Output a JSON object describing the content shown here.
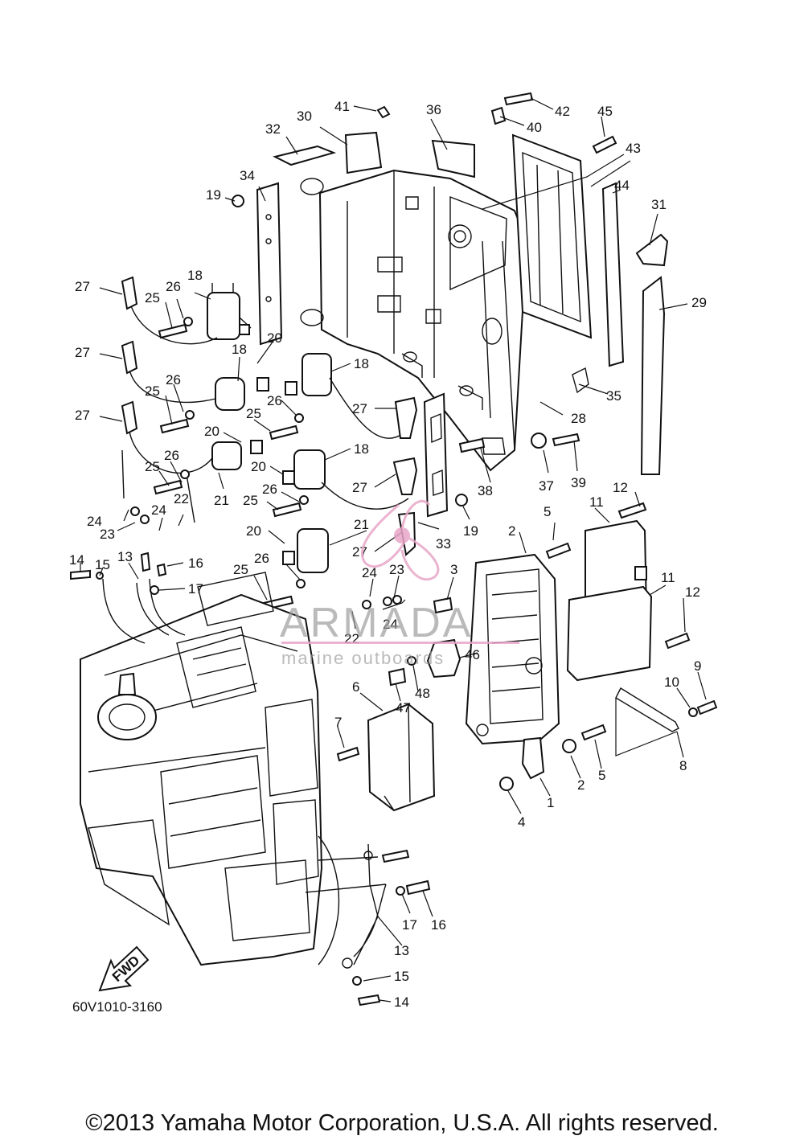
{
  "diagram_code": "60V1010-3160",
  "copyright": "©2013 Yamaha Motor Corporation, U.S.A. All rights reserved.",
  "arrow_label": "FWD",
  "watermark": {
    "brand": "ARMADA",
    "tagline": "marine outboards",
    "color": "#e8a6c8"
  },
  "callouts": [
    {
      "id": "41",
      "text": "41"
    },
    {
      "id": "30",
      "text": "30"
    },
    {
      "id": "36",
      "text": "36"
    },
    {
      "id": "40",
      "text": "40"
    },
    {
      "id": "42",
      "text": "42"
    },
    {
      "id": "45",
      "text": "45"
    },
    {
      "id": "32",
      "text": "32"
    },
    {
      "id": "43",
      "text": "43"
    },
    {
      "id": "34",
      "text": "34"
    },
    {
      "id": "19a",
      "text": "19"
    },
    {
      "id": "44",
      "text": "44"
    },
    {
      "id": "31",
      "text": "31"
    },
    {
      "id": "27a",
      "text": "27"
    },
    {
      "id": "18a",
      "text": "18"
    },
    {
      "id": "26a",
      "text": "26"
    },
    {
      "id": "25a",
      "text": "25"
    },
    {
      "id": "29",
      "text": "29"
    },
    {
      "id": "20a",
      "text": "20"
    },
    {
      "id": "18b",
      "text": "18"
    },
    {
      "id": "27b",
      "text": "27"
    },
    {
      "id": "18c",
      "text": "18"
    },
    {
      "id": "26b",
      "text": "26"
    },
    {
      "id": "25b",
      "text": "25"
    },
    {
      "id": "35",
      "text": "35"
    },
    {
      "id": "26c",
      "text": "26"
    },
    {
      "id": "27c",
      "text": "27"
    },
    {
      "id": "27d",
      "text": "27"
    },
    {
      "id": "28",
      "text": "28"
    },
    {
      "id": "25c",
      "text": "25"
    },
    {
      "id": "20b",
      "text": "20"
    },
    {
      "id": "18d",
      "text": "18"
    },
    {
      "id": "26d",
      "text": "26"
    },
    {
      "id": "20c",
      "text": "20"
    },
    {
      "id": "25d",
      "text": "25"
    },
    {
      "id": "27e",
      "text": "27"
    },
    {
      "id": "38",
      "text": "38"
    },
    {
      "id": "37",
      "text": "37"
    },
    {
      "id": "39",
      "text": "39"
    },
    {
      "id": "21a",
      "text": "21"
    },
    {
      "id": "26e",
      "text": "26"
    },
    {
      "id": "25e",
      "text": "25"
    },
    {
      "id": "19b",
      "text": "19"
    },
    {
      "id": "12a",
      "text": "12"
    },
    {
      "id": "11a",
      "text": "11"
    },
    {
      "id": "24a",
      "text": "24"
    },
    {
      "id": "22a",
      "text": "22"
    },
    {
      "id": "24b",
      "text": "24"
    },
    {
      "id": "23a",
      "text": "23"
    },
    {
      "id": "20d",
      "text": "20"
    },
    {
      "id": "21b",
      "text": "21"
    },
    {
      "id": "5a",
      "text": "5"
    },
    {
      "id": "2a",
      "text": "2"
    },
    {
      "id": "33",
      "text": "33"
    },
    {
      "id": "27f",
      "text": "27"
    },
    {
      "id": "14a",
      "text": "14"
    },
    {
      "id": "13a",
      "text": "13"
    },
    {
      "id": "16a",
      "text": "16"
    },
    {
      "id": "15a",
      "text": "15"
    },
    {
      "id": "26f",
      "text": "26"
    },
    {
      "id": "24c",
      "text": "24"
    },
    {
      "id": "23b",
      "text": "23"
    },
    {
      "id": "3",
      "text": "3"
    },
    {
      "id": "11b",
      "text": "11"
    },
    {
      "id": "17a",
      "text": "17"
    },
    {
      "id": "25f",
      "text": "25"
    },
    {
      "id": "12b",
      "text": "12"
    },
    {
      "id": "24d",
      "text": "24"
    },
    {
      "id": "22b",
      "text": "22"
    },
    {
      "id": "46",
      "text": "46"
    },
    {
      "id": "9",
      "text": "9"
    },
    {
      "id": "6",
      "text": "6"
    },
    {
      "id": "48",
      "text": "48"
    },
    {
      "id": "10",
      "text": "10"
    },
    {
      "id": "47",
      "text": "47"
    },
    {
      "id": "7",
      "text": "7"
    },
    {
      "id": "8",
      "text": "8"
    },
    {
      "id": "2b",
      "text": "2"
    },
    {
      "id": "5b",
      "text": "5"
    },
    {
      "id": "1",
      "text": "1"
    },
    {
      "id": "4",
      "text": "4"
    },
    {
      "id": "17b",
      "text": "17"
    },
    {
      "id": "16b",
      "text": "16"
    },
    {
      "id": "13b",
      "text": "13"
    },
    {
      "id": "15b",
      "text": "15"
    },
    {
      "id": "14b",
      "text": "14"
    }
  ]
}
